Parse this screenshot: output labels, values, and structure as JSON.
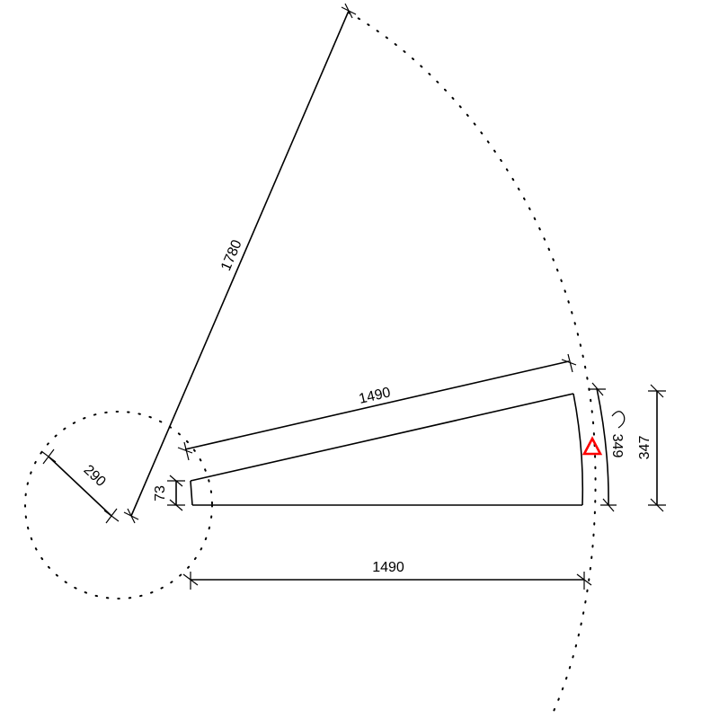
{
  "drawing": {
    "dimensions": {
      "radius_large": "1780",
      "radius_small": "290",
      "top_edge": "1490",
      "bottom_edge": "1490",
      "left_height": "73",
      "arc_length": "349",
      "right_height": "347"
    },
    "marker_color": "#ff0000"
  }
}
